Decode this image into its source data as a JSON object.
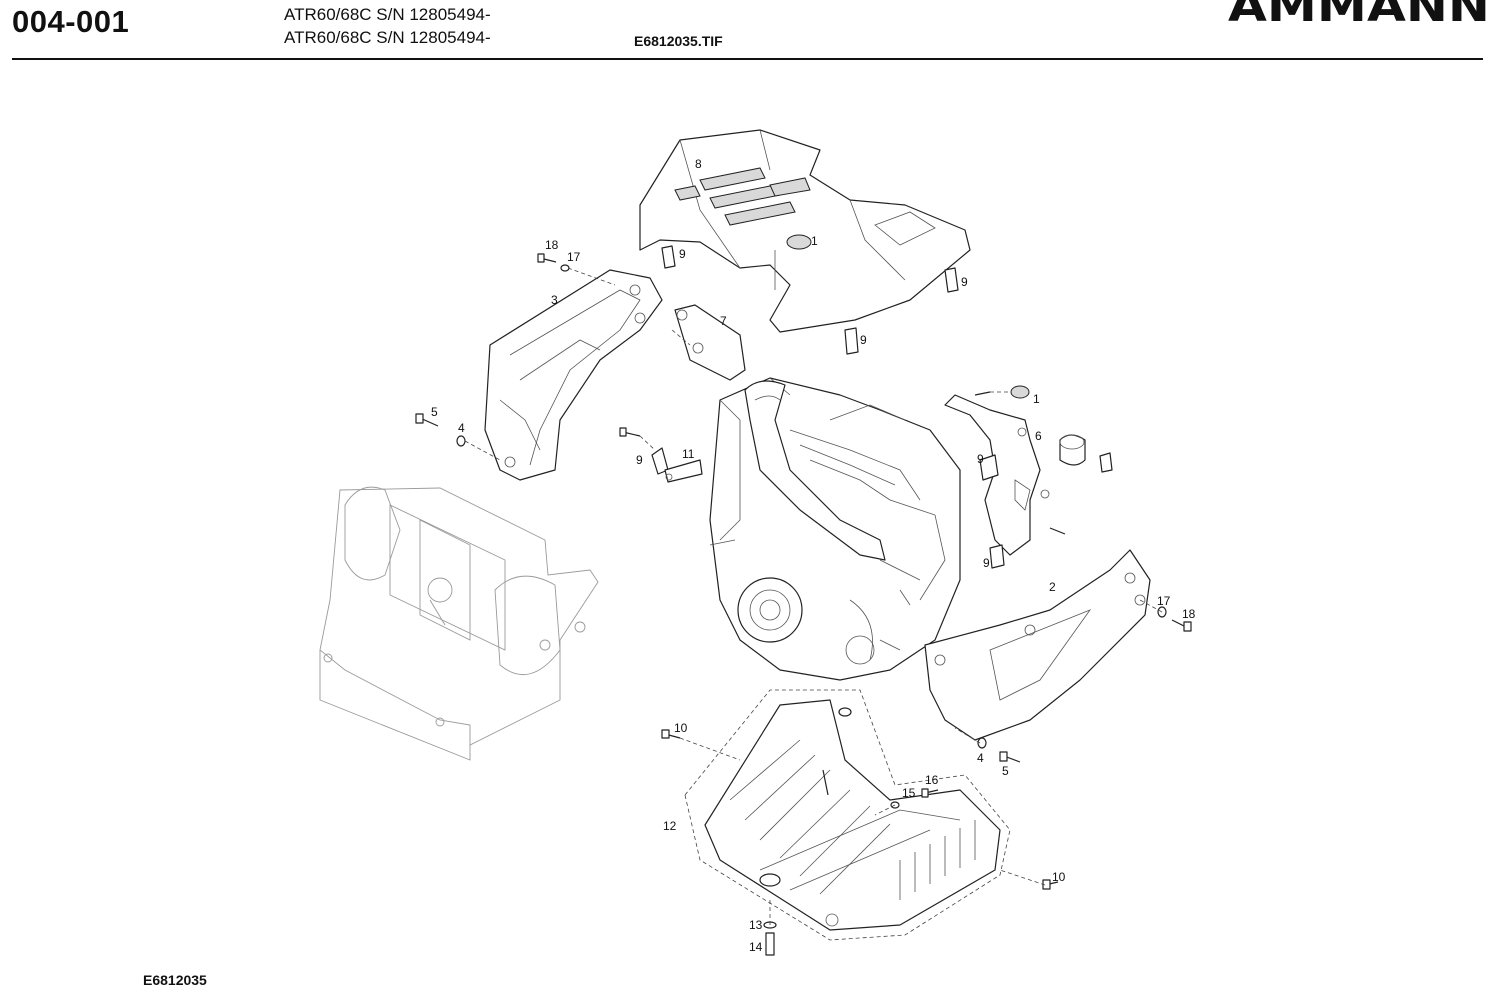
{
  "header": {
    "page_number": "004-001",
    "model_line_1": "ATR60/68C S/N 12805494-",
    "model_line_2": "ATR60/68C S/N 12805494-",
    "drawing_file": "E6812035.TIF",
    "brand_logo": "AMMANN"
  },
  "footer": {
    "drawing_code": "E6812035"
  },
  "diagram": {
    "callouts": [
      "8",
      "1",
      "9",
      "9",
      "9",
      "18",
      "17",
      "3",
      "7",
      "5",
      "4",
      "1",
      "6",
      "9",
      "11",
      "9",
      "9",
      "2",
      "17",
      "18",
      "10",
      "4",
      "5",
      "16",
      "15",
      "12",
      "10",
      "13",
      "14"
    ],
    "colors": {
      "line": "#222222",
      "ghost_frame": "#9a9a9a",
      "shading": "#d9d9d9"
    }
  }
}
